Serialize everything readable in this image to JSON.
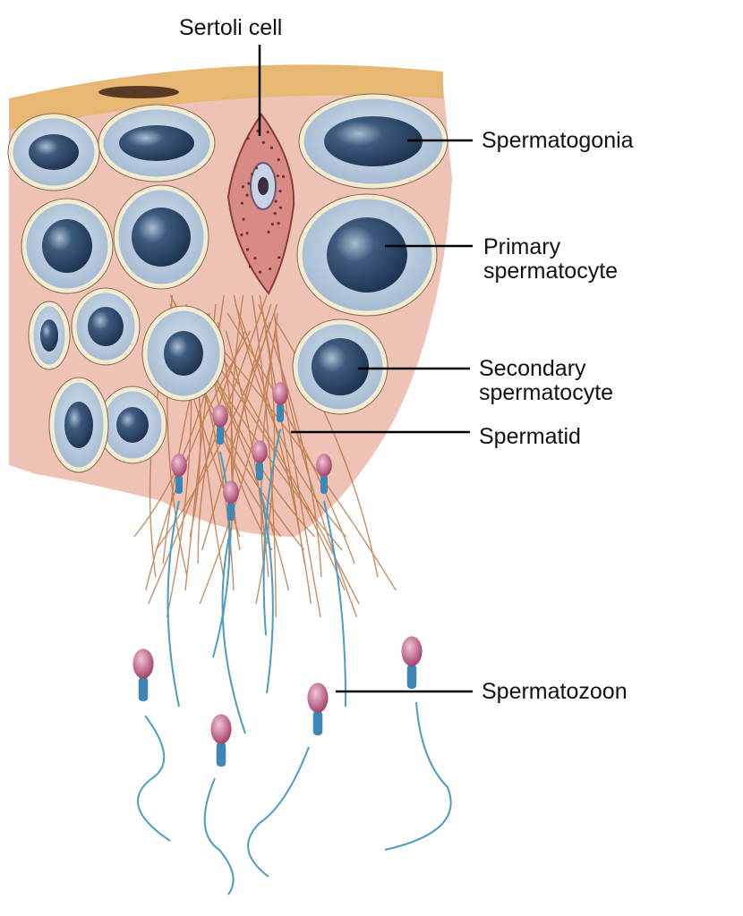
{
  "title": "Sertoli cell",
  "labels": {
    "sertoli": "Sertoli cell",
    "spermatogonia": "Spermatogonia",
    "primary_1": "Primary",
    "primary_2": "spermatocyte",
    "secondary_1": "Secondary",
    "secondary_2": "spermatocyte",
    "spermatid": "Spermatid",
    "spermatozoon": "Spermatozoon"
  },
  "colors": {
    "tissue": "#efc2b6",
    "basement": "#e7b873",
    "cell_cytoplasm": "#b9cbe0",
    "nucleus": "#2e4866",
    "sperm_head": "#b8507a",
    "sperm_midpiece": "#3f86b8"
  }
}
